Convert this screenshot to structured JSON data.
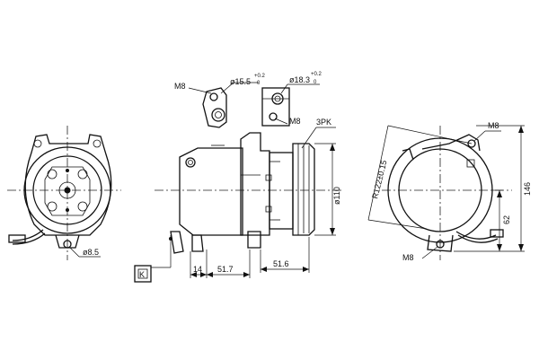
{
  "labels": {
    "m8_top_left": "M8",
    "d15": "ø15.5",
    "d15_tol_upper": "+0.2",
    "d15_tol_lower": "0",
    "d18": "ø18.3",
    "d18_tol_upper": "+0.2",
    "d18_tol_lower": "0",
    "m8_bracket": "M8",
    "belt": "3PK",
    "d110": "ø110",
    "d8_5": "ø8.5",
    "dim_14": "14",
    "dim_51_7": "51.7",
    "dim_51_6": "51.6",
    "radius": "R122±0.15",
    "dim_146": "146",
    "dim_62": "62",
    "m8_right_top": "M8",
    "m8_right_bottom": "M8",
    "connector": "K"
  }
}
